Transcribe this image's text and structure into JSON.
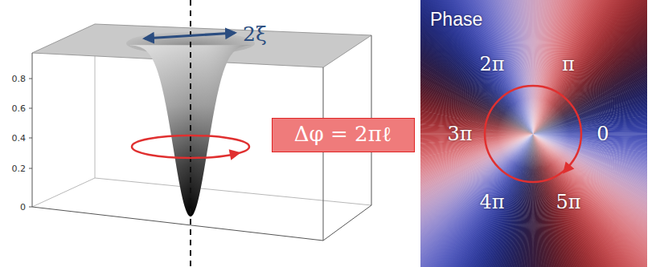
{
  "diagram": {
    "nodes": [
      {
        "text": [
          "Δφ = 2πℓ"
        ]
      },
      {
        "text": [
          "Phase",
          "2π",
          "π",
          "3π",
          "0",
          "4π",
          "5π"
        ]
      }
    ],
    "labels": [
      "0.8",
      "0.6",
      "0.4",
      "0.2",
      "0",
      "2ξ"
    ]
  }
}
